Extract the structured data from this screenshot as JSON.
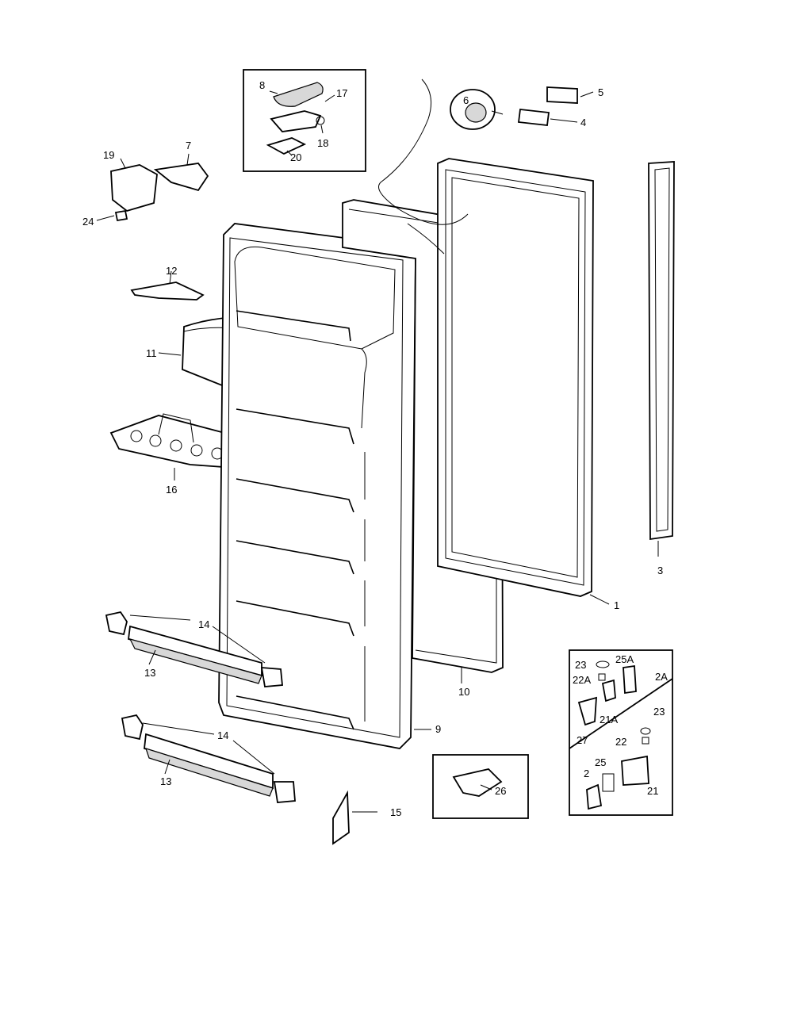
{
  "callouts": [
    "8",
    "17",
    "18",
    "20",
    "19",
    "7",
    "24",
    "12",
    "11",
    "16",
    "14",
    "13",
    "14",
    "13",
    "15",
    "9",
    "10",
    "1",
    "3",
    "6",
    "5",
    "4",
    "26",
    "23",
    "25A",
    "22A",
    "2A",
    "21A",
    "27",
    "23",
    "22",
    "2",
    "25",
    "21"
  ]
}
